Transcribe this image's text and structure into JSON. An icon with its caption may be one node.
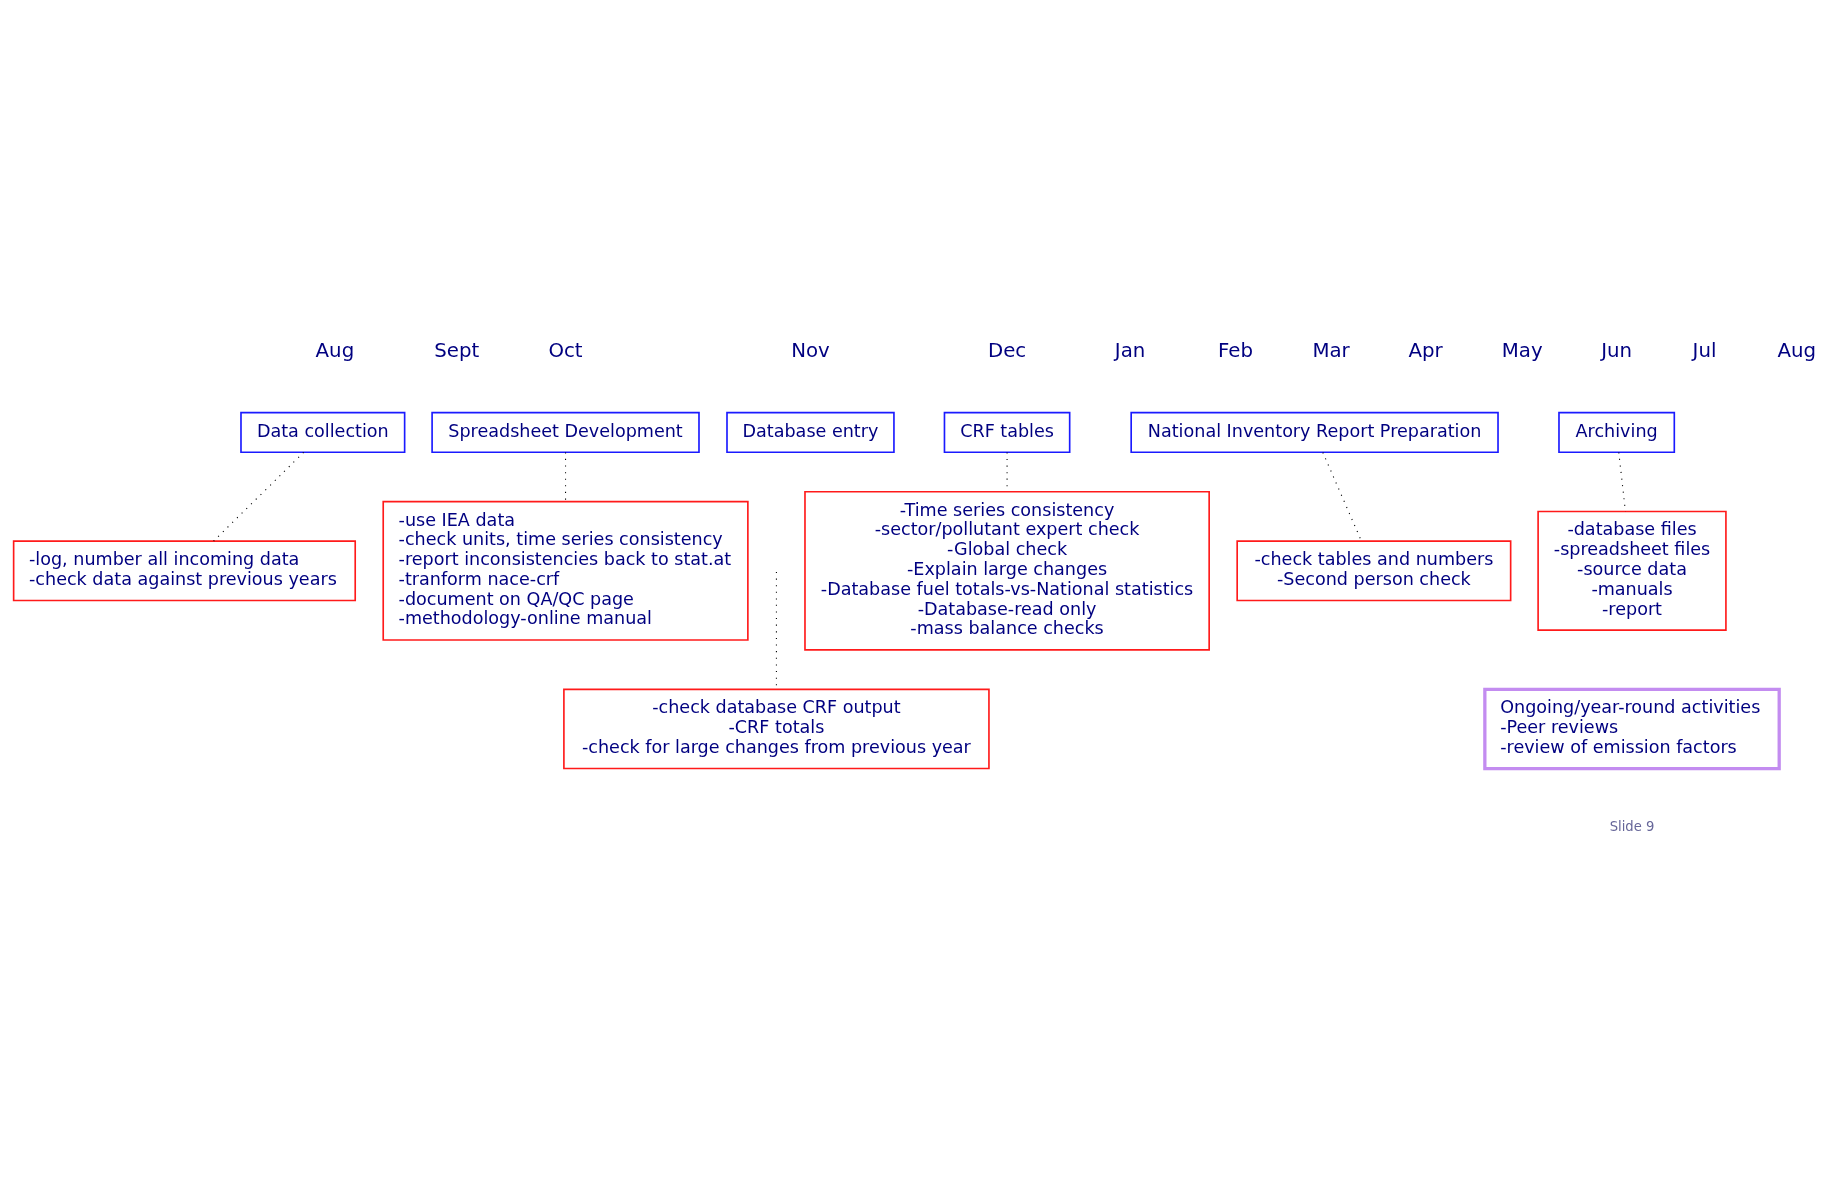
{
  "diagram": {
    "nodes": [
      {
        "text": [
          "Data collection"
        ]
      },
      {
        "text": [
          "Spreadsheet Development"
        ]
      },
      {
        "text": [
          "Database entry"
        ]
      },
      {
        "text": [
          "CRF tables"
        ]
      },
      {
        "text": [
          "National Inventory Report Preparation"
        ]
      },
      {
        "text": [
          "Archiving"
        ]
      },
      {
        "text": [
          "-log, number all incoming data",
          "-check data against previous years"
        ]
      },
      {
        "text": [
          "-use IEA data",
          "-check units, time series consistency",
          "-report inconsistencies back to stat.at",
          "-tranform nace-crf",
          "-document on QA/QC page",
          "-methodology-online manual"
        ]
      },
      {
        "text": [
          "-Time series consistency",
          "-sector/pollutant expert check",
          "-Global check",
          "-Explain large changes",
          "-Database fuel totals-vs-National statistics",
          "-Database-read only",
          "-mass balance checks"
        ]
      },
      {
        "text": [
          "-check tables and numbers",
          "-Second person check"
        ]
      },
      {
        "text": [
          "-check database CRF output",
          "-CRF totals",
          "-check for large changes from previous year"
        ]
      },
      {
        "text": [
          "-database files",
          "-spreadsheet files",
          "-source data",
          "-manuals",
          "-report"
        ]
      },
      {
        "text": [
          "Ongoing/year-round activities",
          "-Peer reviews",
          "-review of emission factors"
        ]
      }
    ],
    "edges": [
      {
        "from": 0,
        "to": 6,
        "arrow": "none",
        "style": "dashed"
      },
      {
        "from": 1,
        "to": 7,
        "arrow": "none",
        "style": "dashed"
      },
      {
        "from": 3,
        "to": 8,
        "arrow": "none",
        "style": "dashed"
      },
      {
        "from": null,
        "to": 10,
        "arrow": "none",
        "style": "dashed"
      },
      {
        "from": 4,
        "to": 9,
        "arrow": "none",
        "style": "dashed"
      },
      {
        "from": 5,
        "to": 11,
        "arrow": "none",
        "style": "dashed"
      }
    ],
    "labels": [
      "Aug",
      "Sept",
      "Oct",
      "Nov",
      "Dec",
      "Jan",
      "Feb",
      "Mar",
      "Apr",
      "May",
      "Jun",
      "Jul",
      "Aug",
      "Slide 9"
    ]
  }
}
